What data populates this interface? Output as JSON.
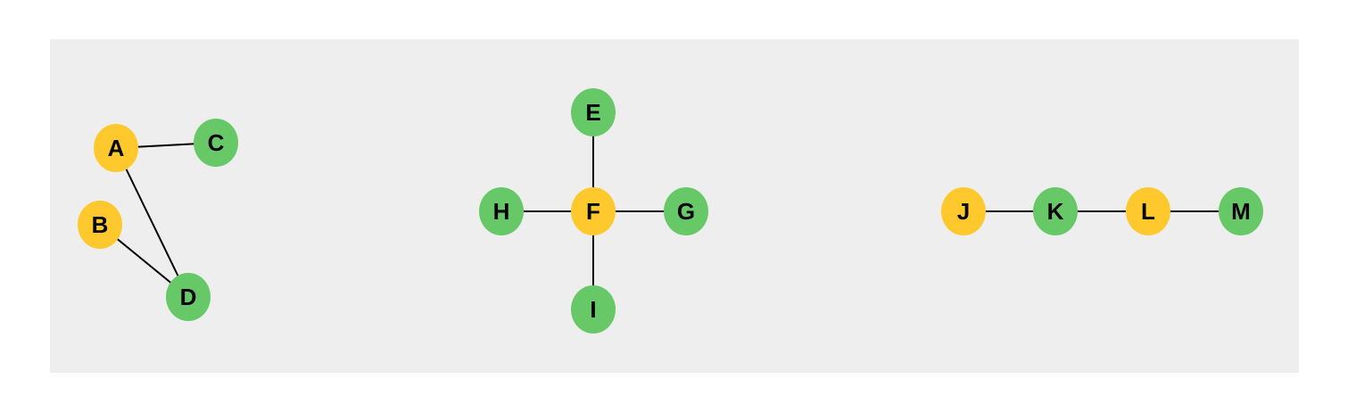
{
  "diagram": {
    "colors": {
      "background": "#ffffff",
      "panel": "#eeeeee",
      "edge": "#000000",
      "label": "#000000",
      "yellow": "#ffc92e",
      "green": "#67c867"
    },
    "nodes": [
      {
        "id": "A",
        "label": "A",
        "color": "yellow"
      },
      {
        "id": "B",
        "label": "B",
        "color": "yellow"
      },
      {
        "id": "C",
        "label": "C",
        "color": "green"
      },
      {
        "id": "D",
        "label": "D",
        "color": "green"
      },
      {
        "id": "E",
        "label": "E",
        "color": "green"
      },
      {
        "id": "F",
        "label": "F",
        "color": "yellow"
      },
      {
        "id": "G",
        "label": "G",
        "color": "green"
      },
      {
        "id": "H",
        "label": "H",
        "color": "green"
      },
      {
        "id": "I",
        "label": "I",
        "color": "green"
      },
      {
        "id": "J",
        "label": "J",
        "color": "yellow"
      },
      {
        "id": "K",
        "label": "K",
        "color": "green"
      },
      {
        "id": "L",
        "label": "L",
        "color": "yellow"
      },
      {
        "id": "M",
        "label": "M",
        "color": "green"
      }
    ],
    "edges": [
      [
        "A",
        "C"
      ],
      [
        "A",
        "D"
      ],
      [
        "B",
        "D"
      ],
      [
        "E",
        "F"
      ],
      [
        "H",
        "F"
      ],
      [
        "F",
        "G"
      ],
      [
        "F",
        "I"
      ],
      [
        "J",
        "K"
      ],
      [
        "K",
        "L"
      ],
      [
        "L",
        "M"
      ]
    ]
  }
}
